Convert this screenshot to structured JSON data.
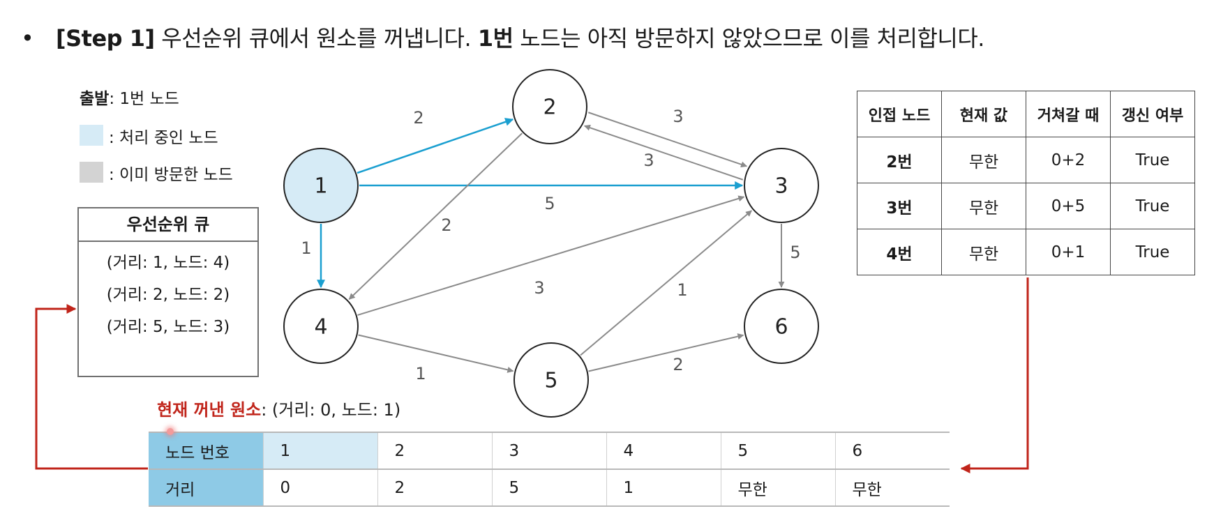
{
  "title": {
    "bullet": "•",
    "step": "[Step 1]",
    "part1": " 우선순위 큐에서 원소를 꺼냅니다. ",
    "node_bold": "1번",
    "part2": " 노드는 아직 방문하지 않았으므로 이를 처리합니다."
  },
  "legend": {
    "start_bold": "출발",
    "start_rest": ": 1번 노드",
    "processing": ": 처리 중인 노드",
    "visited": ": 이미 방문한 노드",
    "processing_color": "#d6ebf6",
    "visited_color": "#d3d3d3"
  },
  "priority_queue": {
    "title": "우선순위 큐",
    "items": [
      "(거리: 1, 노드: 4)",
      "(거리: 2, 노드: 2)",
      "(거리: 5, 노드: 3)"
    ]
  },
  "current_element": {
    "label": "현재 꺼낸 원소",
    "value": ": (거리: 0, 노드: 1)",
    "label_color": "#c0241a"
  },
  "adjacency_table": {
    "headers": [
      "인접 노드",
      "현재 값",
      "거쳐갈 때",
      "갱신 여부"
    ],
    "rows": [
      [
        "2번",
        "무한",
        "0+2",
        "True"
      ],
      [
        "3번",
        "무한",
        "0+5",
        "True"
      ],
      [
        "4번",
        "무한",
        "0+1",
        "True"
      ]
    ]
  },
  "distance_table": {
    "row_headers": [
      "노드 번호",
      "거리"
    ],
    "nodes": [
      "1",
      "2",
      "3",
      "4",
      "5",
      "6"
    ],
    "distances": [
      "0",
      "2",
      "5",
      "1",
      "무한",
      "무한"
    ],
    "header_color": "#8ecae6",
    "current_color": "#d6ebf6"
  },
  "graph": {
    "nodes": [
      {
        "id": "1",
        "label": "1",
        "state": "processing"
      },
      {
        "id": "2",
        "label": "2",
        "state": "default"
      },
      {
        "id": "3",
        "label": "3",
        "state": "default"
      },
      {
        "id": "4",
        "label": "4",
        "state": "default"
      },
      {
        "id": "5",
        "label": "5",
        "state": "default"
      },
      {
        "id": "6",
        "label": "6",
        "state": "default"
      }
    ],
    "edges": [
      {
        "from": "1",
        "to": "2",
        "weight": "2",
        "highlight": true
      },
      {
        "from": "1",
        "to": "3",
        "weight": "5",
        "highlight": true
      },
      {
        "from": "1",
        "to": "4",
        "weight": "1",
        "highlight": true
      },
      {
        "from": "2",
        "to": "3",
        "weight": "3",
        "highlight": false
      },
      {
        "from": "3",
        "to": "2",
        "weight": "3",
        "highlight": false
      },
      {
        "from": "2",
        "to": "4",
        "weight": "2",
        "highlight": false
      },
      {
        "from": "4",
        "to": "3",
        "weight": "3",
        "highlight": false
      },
      {
        "from": "4",
        "to": "5",
        "weight": "1",
        "highlight": false
      },
      {
        "from": "5",
        "to": "3",
        "weight": "1",
        "highlight": false
      },
      {
        "from": "5",
        "to": "6",
        "weight": "2",
        "highlight": false
      },
      {
        "from": "3",
        "to": "6",
        "weight": "5",
        "highlight": false
      }
    ],
    "highlight_color": "#1a9fd0",
    "edge_color": "#8a8a8a",
    "connector_color": "#c0241a"
  }
}
